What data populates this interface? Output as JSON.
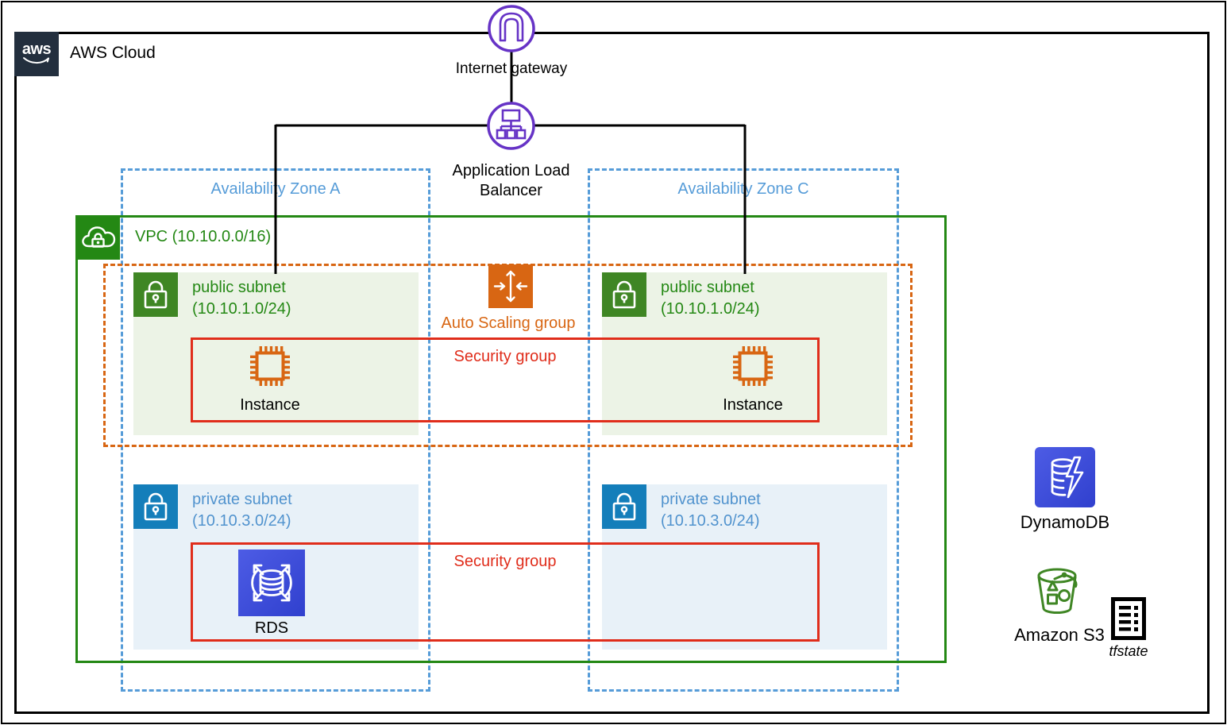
{
  "diagram": {
    "aws_cloud": {
      "logo_text": "aws",
      "label": "AWS Cloud"
    },
    "internet_gateway": {
      "label": "Internet gateway"
    },
    "load_balancer": {
      "label": "Application Load Balancer"
    },
    "zones": [
      {
        "label": "Availability Zone A"
      },
      {
        "label": "Availability Zone C"
      }
    ],
    "vpc": {
      "label": "VPC (10.10.0.0/16)"
    },
    "auto_scaling": {
      "label": "Auto Scaling group"
    },
    "security_groups": [
      {
        "label": "Security group"
      },
      {
        "label": "Security group"
      }
    ],
    "subnets": [
      {
        "name": "public subnet",
        "cidr": "(10.10.1.0/24)",
        "zone": "A"
      },
      {
        "name": "public subnet",
        "cidr": "(10.10.1.0/24)",
        "zone": "C"
      },
      {
        "name": "private subnet",
        "cidr": "(10.10.3.0/24)",
        "zone": "A"
      },
      {
        "name": "private subnet",
        "cidr": "(10.10.3.0/24)",
        "zone": "C"
      }
    ],
    "instances": [
      {
        "label": "Instance"
      },
      {
        "label": "Instance"
      }
    ],
    "rds": {
      "label": "RDS"
    },
    "dynamodb": {
      "label": "DynamoDB"
    },
    "s3": {
      "label": "Amazon S3"
    },
    "tfstate": {
      "label": "tfstate"
    },
    "colors": {
      "outline": "#000000",
      "aws_dark": "#232F3E",
      "network_purple": "#6633C6",
      "green": "#248814",
      "green_icon": "#3F8624",
      "green_fill": "#ECF3E6",
      "orange": "#D86613",
      "red": "#E02D1B",
      "zone_blue": "#569CD8",
      "subnet_blue_text": "#5193CE",
      "blue_icon": "#147EBA",
      "blue_fill": "#E8F1F8",
      "db_gradient_start": "#4D5CE5",
      "db_gradient_end": "#3040CE"
    }
  }
}
